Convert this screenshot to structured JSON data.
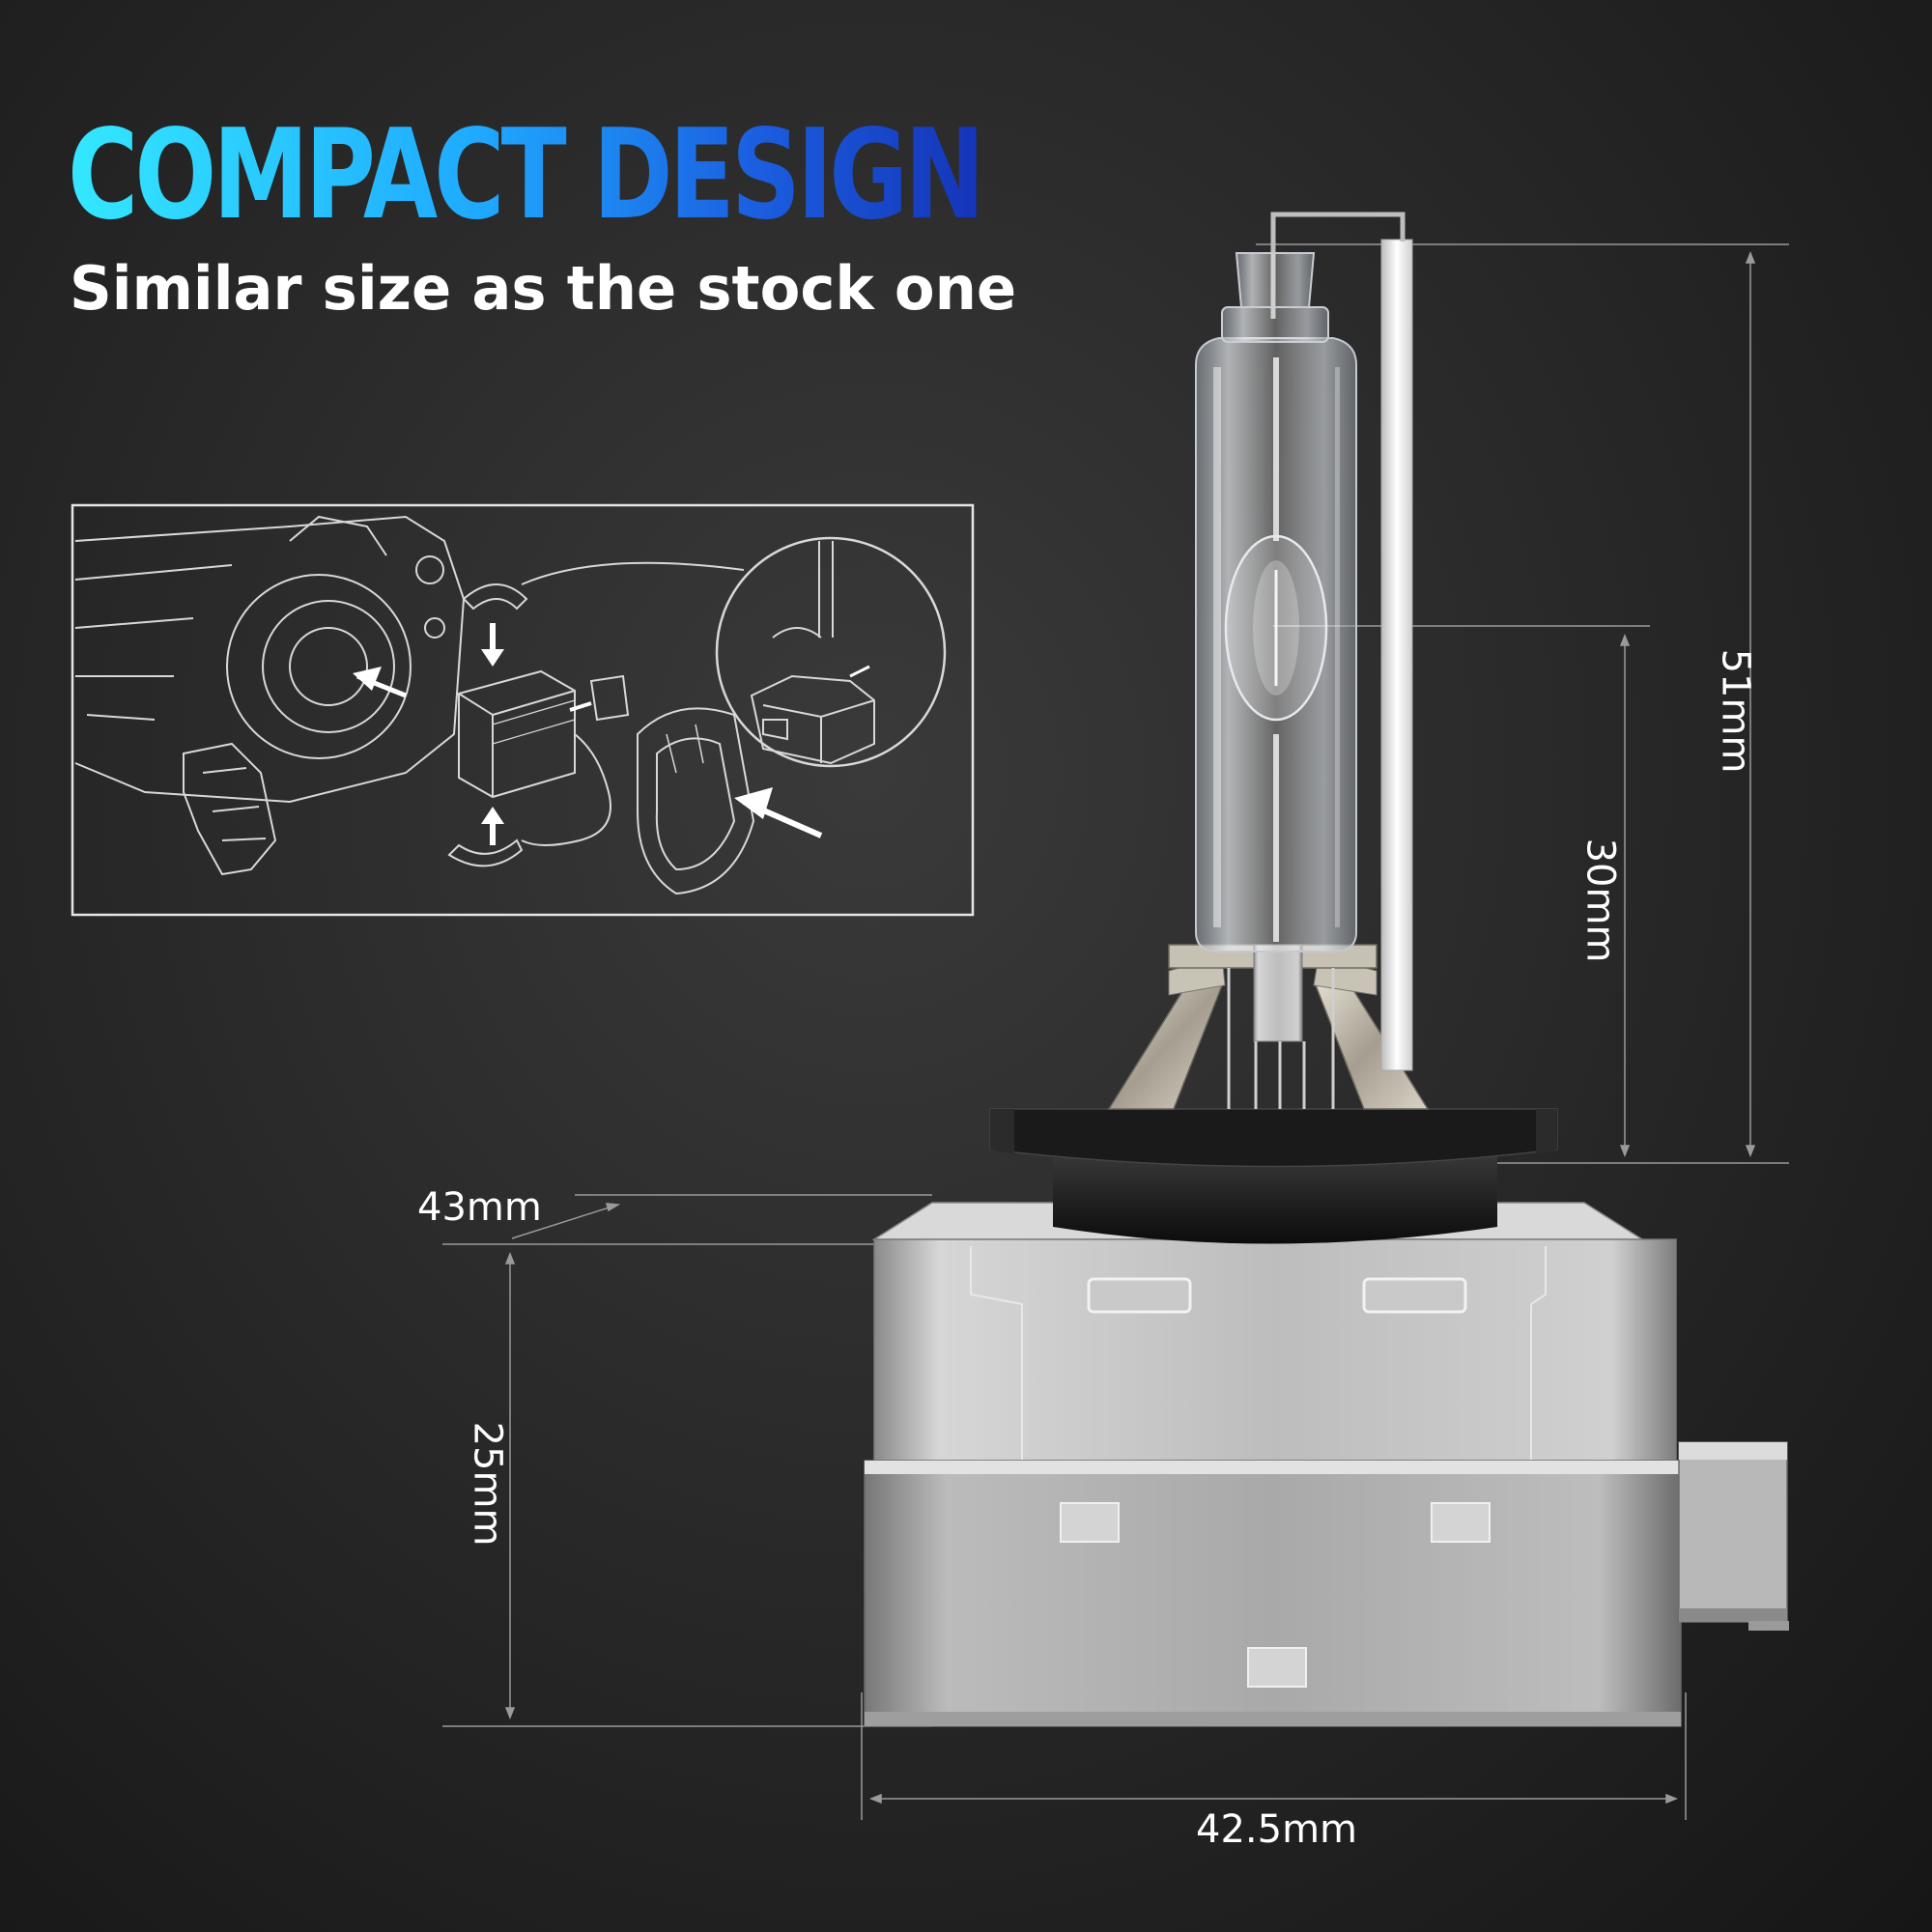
{
  "headline": "COMPACT DESIGN",
  "subheadline": "Similar size as the stock one",
  "dimensions": {
    "total_height": "51mm",
    "arc_height": "30mm",
    "depth": "43mm",
    "base_height": "25mm",
    "base_width": "42.5mm"
  },
  "colors": {
    "background": "#262626",
    "headline_gradient_start": "#34e8ff",
    "headline_gradient_end": "#1534b8",
    "text": "#ffffff"
  },
  "images": {
    "installation_diagram": "headlight-installation-diagram",
    "product": "d-series-xenon-hid-bulb"
  }
}
